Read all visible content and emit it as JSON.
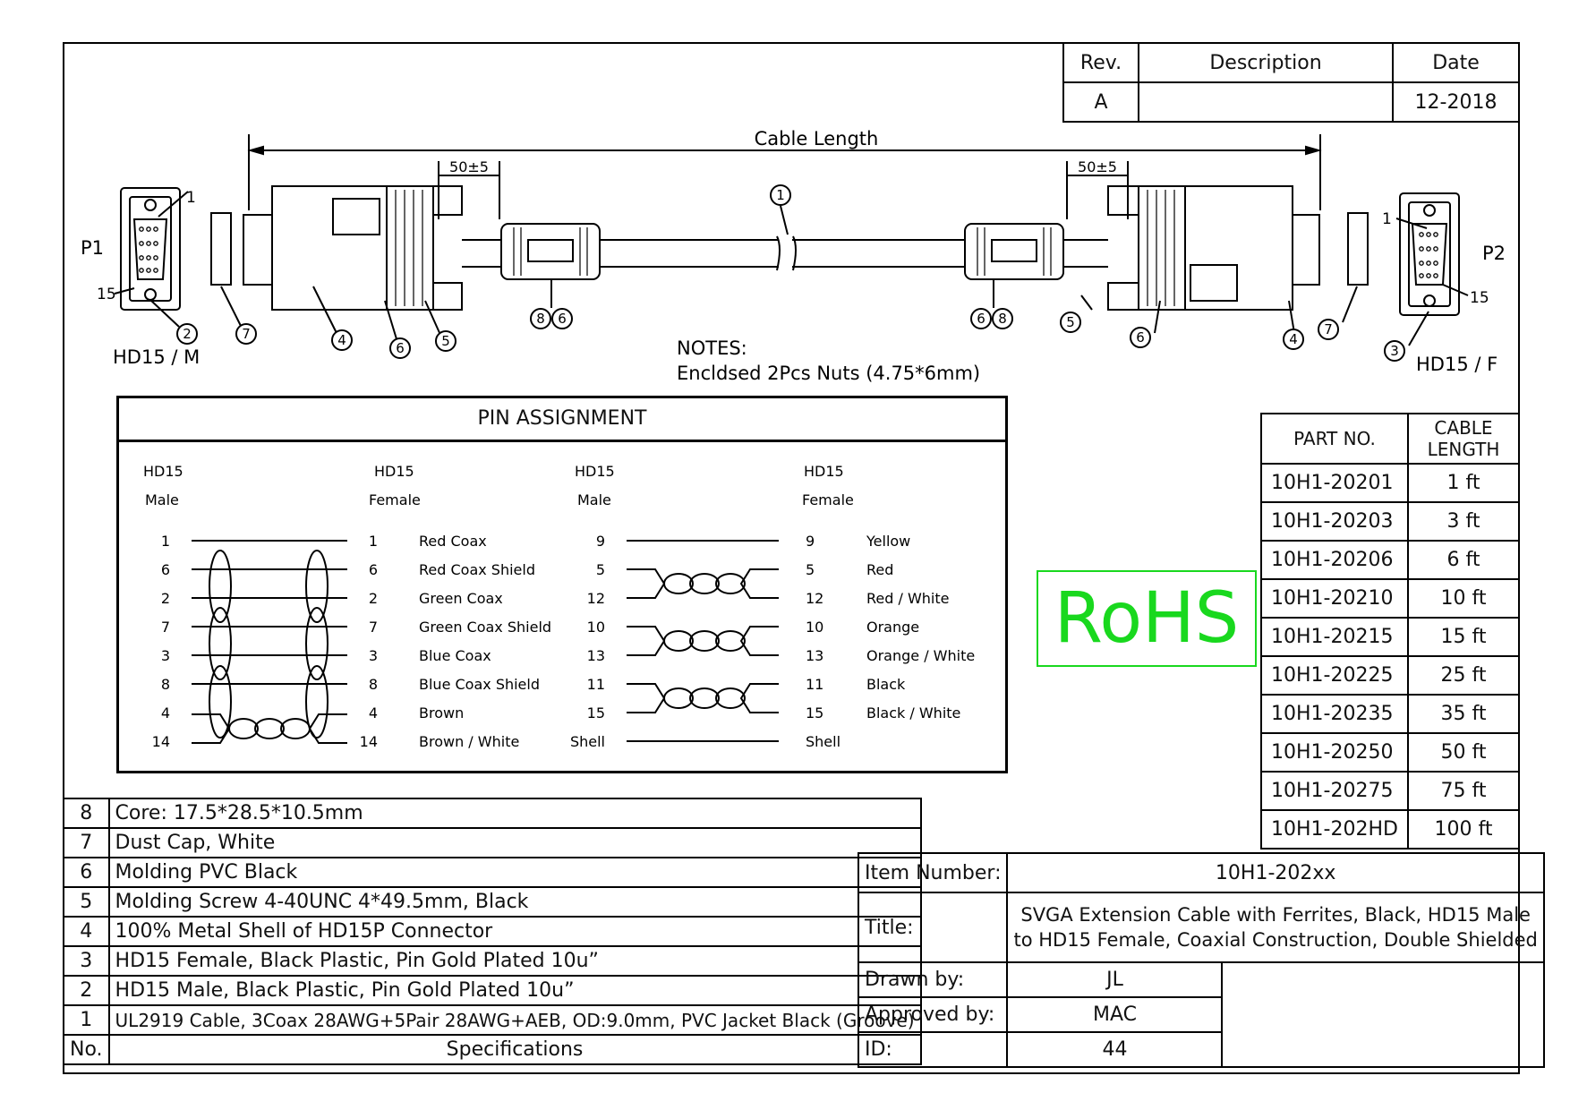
{
  "revision_table": {
    "headers": [
      "Rev.",
      "Description",
      "Date"
    ],
    "row": [
      "A",
      "",
      "12-2018"
    ]
  },
  "drawing": {
    "cable_length_label": "Cable Length",
    "dim_left": "50±5",
    "dim_right": "50±5",
    "p1_label": "P1",
    "p2_label": "P2",
    "p1_connector": "HD15 / M",
    "p2_connector": "HD15 / F",
    "pin1_label": "1",
    "pin15_label": "15",
    "notes_title": "NOTES:",
    "notes_text": "Encldsed 2Pcs Nuts (4.75*6mm)",
    "callouts": {
      "c1": "1",
      "c2": "2",
      "c3": "3",
      "c4": "4",
      "c5": "5",
      "c6": "6",
      "c7": "7",
      "c8": "8"
    }
  },
  "pin_assignment": {
    "title": "PIN ASSIGNMENT",
    "col_headers": [
      {
        "line1": "HD15",
        "line2": "Male"
      },
      {
        "line1": "HD15",
        "line2": "Female"
      },
      {
        "line1": "HD15",
        "line2": "Male"
      },
      {
        "line1": "HD15",
        "line2": "Female"
      }
    ],
    "left_rows": [
      {
        "male": "1",
        "female": "1",
        "name": "Red Coax"
      },
      {
        "male": "6",
        "female": "6",
        "name": "Red Coax Shield"
      },
      {
        "male": "2",
        "female": "2",
        "name": "Green Coax"
      },
      {
        "male": "7",
        "female": "7",
        "name": "Green Coax Shield"
      },
      {
        "male": "3",
        "female": "3",
        "name": "Blue Coax"
      },
      {
        "male": "8",
        "female": "8",
        "name": "Blue Coax Shield"
      },
      {
        "male": "4",
        "female": "4",
        "name": "Brown"
      },
      {
        "male": "14",
        "female": "14",
        "name": "Brown / White"
      }
    ],
    "right_rows": [
      {
        "male": "9",
        "female": "9",
        "name": "Yellow"
      },
      {
        "male": "5",
        "female": "5",
        "name": "Red"
      },
      {
        "male": "12",
        "female": "12",
        "name": "Red / White"
      },
      {
        "male": "10",
        "female": "10",
        "name": "Orange"
      },
      {
        "male": "13",
        "female": "13",
        "name": "Orange / White"
      },
      {
        "male": "11",
        "female": "11",
        "name": "Black"
      },
      {
        "male": "15",
        "female": "15",
        "name": "Black / White"
      },
      {
        "male": "Shell",
        "female": "Shell",
        "name": ""
      }
    ]
  },
  "rohs_mark": "RoHS",
  "parts_table": {
    "header_part": "PART NO.",
    "header_len1": "CABLE",
    "header_len2": "LENGTH",
    "rows": [
      {
        "part": "10H1-20201",
        "length": "1 ft"
      },
      {
        "part": "10H1-20203",
        "length": "3 ft"
      },
      {
        "part": "10H1-20206",
        "length": "6 ft"
      },
      {
        "part": "10H1-20210",
        "length": "10 ft"
      },
      {
        "part": "10H1-20215",
        "length": "15 ft"
      },
      {
        "part": "10H1-20225",
        "length": "25 ft"
      },
      {
        "part": "10H1-20235",
        "length": "35 ft"
      },
      {
        "part": "10H1-20250",
        "length": "50 ft"
      },
      {
        "part": "10H1-20275",
        "length": "75 ft"
      },
      {
        "part": "10H1-202HD",
        "length": "100 ft"
      }
    ]
  },
  "spec_table": {
    "rows": [
      {
        "no": "8",
        "spec": "Core: 17.5*28.5*10.5mm"
      },
      {
        "no": "7",
        "spec": "Dust Cap, White"
      },
      {
        "no": "6",
        "spec": "Molding PVC Black"
      },
      {
        "no": "5",
        "spec": "Molding Screw 4-40UNC 4*49.5mm, Black"
      },
      {
        "no": "4",
        "spec": "100% Metal Shell of  HD15P Connector"
      },
      {
        "no": "3",
        "spec": "HD15 Female, Black Plastic, Pin Gold Plated 10u”"
      },
      {
        "no": "2",
        "spec": "HD15 Male, Black Plastic, Pin Gold Plated 10u”"
      },
      {
        "no": "1",
        "spec": "UL2919 Cable, 3Coax 28AWG+5Pair 28AWG+AEB, OD:9.0mm, PVC Jacket Black (Groove)"
      }
    ],
    "footer_no": "No.",
    "footer_spec": "Specifications"
  },
  "title_block": {
    "item_label": "Item Number:",
    "item_value": "10H1-202xx",
    "title_label": "Title:",
    "title_line1": "SVGA Extension Cable with Ferrites, Black, HD15 Male",
    "title_line2": "to HD15 Female, Coaxial Construction, Double Shielded",
    "drawn_label": "Drawn by:",
    "drawn_value": "JL",
    "approved_label": "Approved by:",
    "approved_value": "MAC",
    "id_label": "ID:",
    "id_value": "44"
  },
  "colors": {
    "rohs_green": "#19d81e",
    "line": "#000000"
  }
}
